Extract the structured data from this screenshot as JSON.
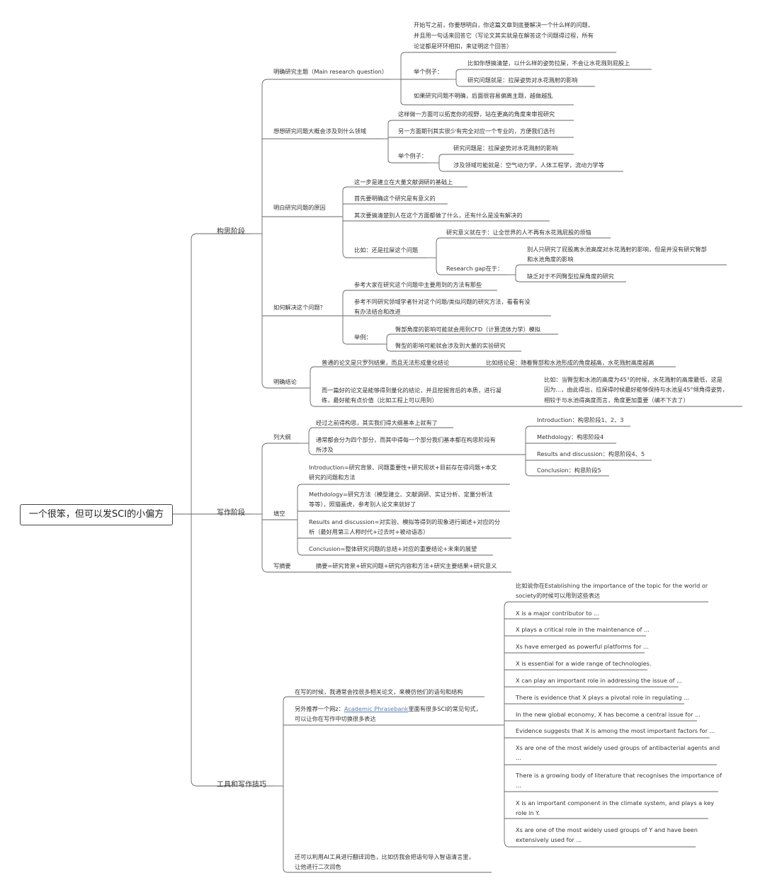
{
  "root": "一个很笨，但可以发SCI的小偏方",
  "branches": {
    "conception": "构思阶段",
    "writing": "写作阶段",
    "tools": "工具和写作技巧"
  },
  "conception": {
    "topic": {
      "label": "明确研究主题（Main research question）",
      "intro_1": "开始写之前，你要想明白，你这篇文章到底要解决一个什么样的问题，",
      "intro_2": "并且用一句话来回答它（写论文其实就是在解答这个问题得过程，所有",
      "intro_3": "论证都是环环相扣，来证明这个回答）",
      "example_label": "举个例子：",
      "example_1": "比如你想搞清楚，以什么样的姿势拉屎，不会让水花溅到屁股上",
      "example_2": "研究问题就是：拉屎姿势对水花溅射的影响",
      "warning": "如果研究问题不明确，后面很容易偏离主题，越做越乱"
    },
    "field": {
      "label": "想想研究问题大概会涉及到什么领域",
      "item_1": "这样做一方面可以拓宽你的视野，站在更高的角度来审视研究",
      "item_2": "另一方面期刊其实很少有完全对应一个专业的，方便我们选刊",
      "example_label": "举个例子：",
      "example_1": "研究问题是：拉屎姿势对水花溅射的影响",
      "example_2": "涉及领域可能就是：空气动力学，人体工程学，流动力学等"
    },
    "reason": {
      "label": "明白研究问题的原因",
      "item_1": "这一步是建立在大量文献调研的基础上",
      "item_2": "首先要明确这个研究是有意义的",
      "item_3": "其次要搞清楚别人在这个方面都做了什么，还有什么是没有解决的",
      "example_label": "比如：还是拉屎这个问题",
      "significance": "研究意义就在于：让全世界的人不再有水花溅屁股的烦恼",
      "gap_label": "Research gap在于：",
      "gap_1a": "别人只研究了屁股离水池高度对水花溅射的影响，但是并没有研究臀部",
      "gap_1b": "和水池角度的影响",
      "gap_2": "缺乏对于不同臀型拉屎角度的研究"
    },
    "solve": {
      "label": "如何解决这个问题？",
      "item_1": "参考大家在研究这个问题中主要用到的方法有那些",
      "item_2a": "参考不同研究领域学者针对这个问题/类似问题的研究方法，看看有没",
      "item_2b": "有办法结合和改进",
      "example_label": "举例：",
      "example_1": "臀部角度的影响可能就会用到CFD（计算流体力学）模拟",
      "example_2": "臀型的影响可能就会涉及到大量的实验研究"
    },
    "conclusion": {
      "label": "明确结论",
      "normal": "普通的论文是只罗列结果，而且无法形成量化结论",
      "normal_example": "比如结论是：随着臀部和水池形成的角度越高，水花溅射高度越高",
      "good_a": "而一篇好的论文是能够得到量化的结论，并且挖掘背后的本质，进行凝",
      "good_b": "练，最好能有点价值（比如工程上可以用到）",
      "good_example_a": "比如：当臀型和水池的高度为45°的时候，水花溅射的高度最低，这是",
      "good_example_b": "因为...，由此得出，拉屎得时候最好能够保持与水池呈45°倾角得姿势，",
      "good_example_c": "相较于与水池得高度而言，角度更加重要（编不下去了）"
    }
  },
  "writing": {
    "outline": {
      "label": "列大纲",
      "item_1": "经过之前得构思，其实我们得大纲基本上就有了",
      "item_2a": "通常都会分为四个部分，而其中得每一个部分我们基本都在构思阶段有",
      "item_2b": "所涉及",
      "map": [
        "Introduction：构思阶段1、2、3",
        "Methdology：构思阶段4",
        "Results and discussion：构思阶段4、5",
        "Conclusion：构思阶段5"
      ]
    },
    "fill": {
      "label": "填空",
      "intro_a": "Introduction=研究背景、问题重要性+研究现状+目前存在得问题+本文",
      "intro_b": "研究的问题和方法",
      "method_a": "Methdology=研究方法（模型建立、文献调研、实证分析、定量分析法",
      "method_b": "等等），照猫画虎，参考别人论文来就好了",
      "results_a": "Results and discussion=对实验、模拟等得到的现象进行阐述+对应的分",
      "results_b": "析（最好用第三人称时代+过去时+被动语态）",
      "conclusion": "Conclusion=整体研究问题的总结+对应的重要结论+未来的展望"
    },
    "abstract": {
      "label": "写摘要",
      "text": "摘要=研究背景+研究问题+研究内容和方法+研究主要结果+研究意义"
    }
  },
  "tools": {
    "mimic": "在写的时候，我通常会找很多相关论文，来模仿他们的语句和结构",
    "recommend_pre": "另外推荐一个网z：",
    "recommend_link": "Academic Phrasebank",
    "recommend_post": "里面有很多SCI的常见句式，",
    "recommend_b": "可以让你在写作中切换很多表达",
    "phrase_intro_a": "比如说你在Establishing the importance of the topic for the world or",
    "phrase_intro_b": "society的时候可以用到这些表达",
    "phrases": [
      [
        "X is a major contributor to ..."
      ],
      [
        "X plays a critical role in the maintenance of ..."
      ],
      [
        "Xs have emerged as powerful platforms for ..."
      ],
      [
        "X is essential for a wide range of technologies."
      ],
      [
        "X can play an important role in addressing the issue of ..."
      ],
      [
        "There is evidence that X plays a pivotal role in regulating ..."
      ],
      [
        "In the new global economy, X has become a central issue for ..."
      ],
      [
        "Evidence suggests that X is among the most important factors for ..."
      ],
      [
        "Xs are one of the most widely used groups of antibacterial agents and",
        "..."
      ],
      [
        "There is a growing body of literature that recognises the importance of",
        "..."
      ],
      [
        "X is an important component in the climate system, and plays a key",
        "role in Y."
      ],
      [
        "Xs are one of the most widely used groups of Y and have been",
        "extensively used for ..."
      ]
    ],
    "ai_a": "还可以利用AI工具进行翻译润色，比如仿我会把语句导入智语清言里，",
    "ai_b": "让他进行二次润色"
  }
}
